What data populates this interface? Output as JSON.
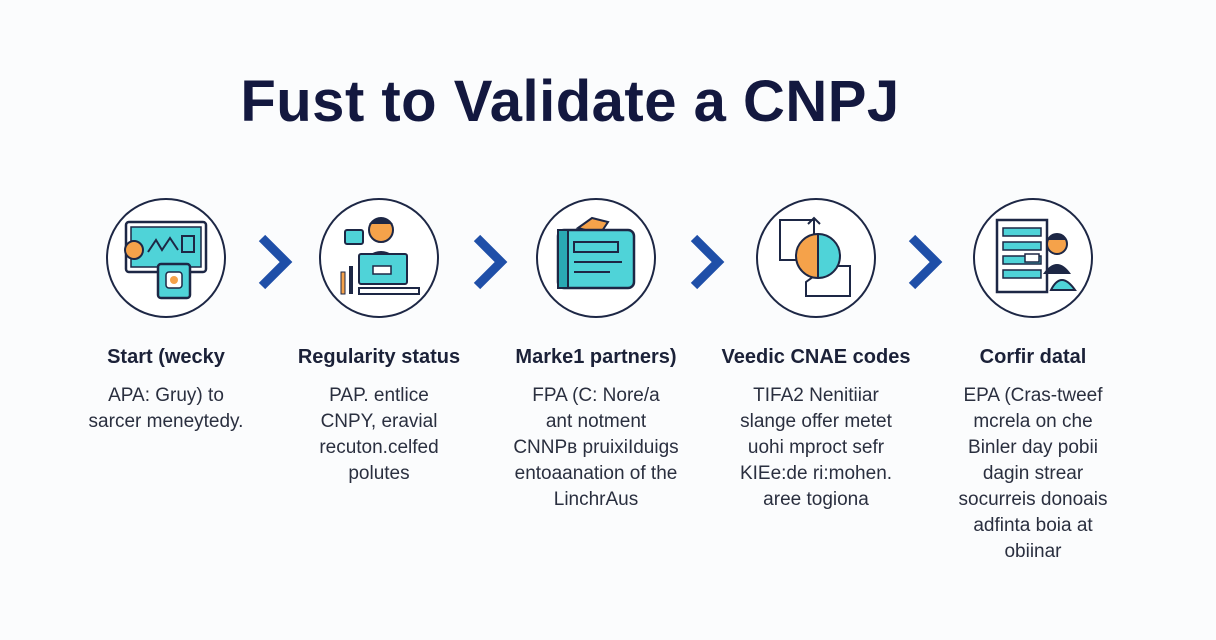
{
  "title": "Fust to Validate a CNPJ",
  "colors": {
    "navy": "#13183f",
    "arrow": "#1f4fa8",
    "teal": "#4fd3d8",
    "orange": "#f5a24a",
    "outline": "#1d2745"
  },
  "steps": [
    {
      "icon": "computer-screen-icon",
      "title": "Start (wecky",
      "lines": [
        "APA: Gruy) to",
        "sarcer meneytedy."
      ]
    },
    {
      "icon": "person-at-desk-icon",
      "title": "Regularity status",
      "lines": [
        "PAP. entlice",
        "CNPY, eravial",
        "recuton.celfed",
        "polutes"
      ]
    },
    {
      "icon": "document-card-icon",
      "title": "Marke1 partners)",
      "lines": [
        "FPA (C: Nore/a",
        "ant notment",
        "CNNPʙ pruixiIduigs",
        "entoaanation of the",
        "LinchrAus"
      ]
    },
    {
      "icon": "pie-chart-icon",
      "title": "Veedic CNAE codes",
      "lines": [
        "TIFA2 Nenitiiar",
        "slange offer metet",
        "uohi mproct sefr",
        "KIEe:de ri:mohen.",
        "aree togiona"
      ]
    },
    {
      "icon": "report-person-icon",
      "title": "Corfir datal",
      "lines": [
        "EPA (Cras-tweef",
        "mcrela on che",
        "Binler day pobii",
        "dagin strear",
        "socurreis donoais",
        "adfinta boia at",
        "obiinar"
      ]
    }
  ]
}
